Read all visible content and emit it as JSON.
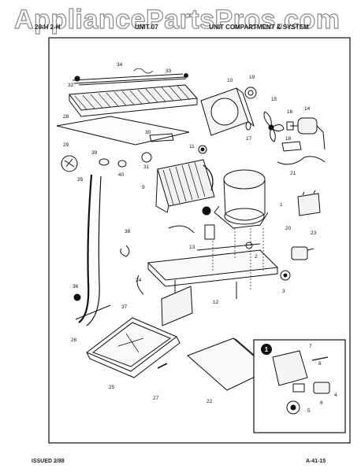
{
  "watermark": "AppliancePartsPros.com",
  "header": {
    "left": "20-H 2-H",
    "middle": "UNIT 07",
    "right": "UNIT COMPARTMENT & SYSTEM"
  },
  "footer": {
    "issued": "ISSUED 2/88",
    "page": "A-41-15"
  },
  "callouts": [
    "1",
    "2",
    "3",
    "4",
    "5",
    "6",
    "7",
    "8",
    "9",
    "10",
    "11",
    "12",
    "13",
    "14",
    "15",
    "16",
    "17",
    "18",
    "19",
    "20",
    "21",
    "22",
    "23",
    "24",
    "25",
    "26",
    "27",
    "28",
    "29",
    "30",
    "31",
    "32",
    "33",
    "34",
    "35",
    "36",
    "37",
    "38",
    "39",
    "40"
  ],
  "inset_marker": "1"
}
